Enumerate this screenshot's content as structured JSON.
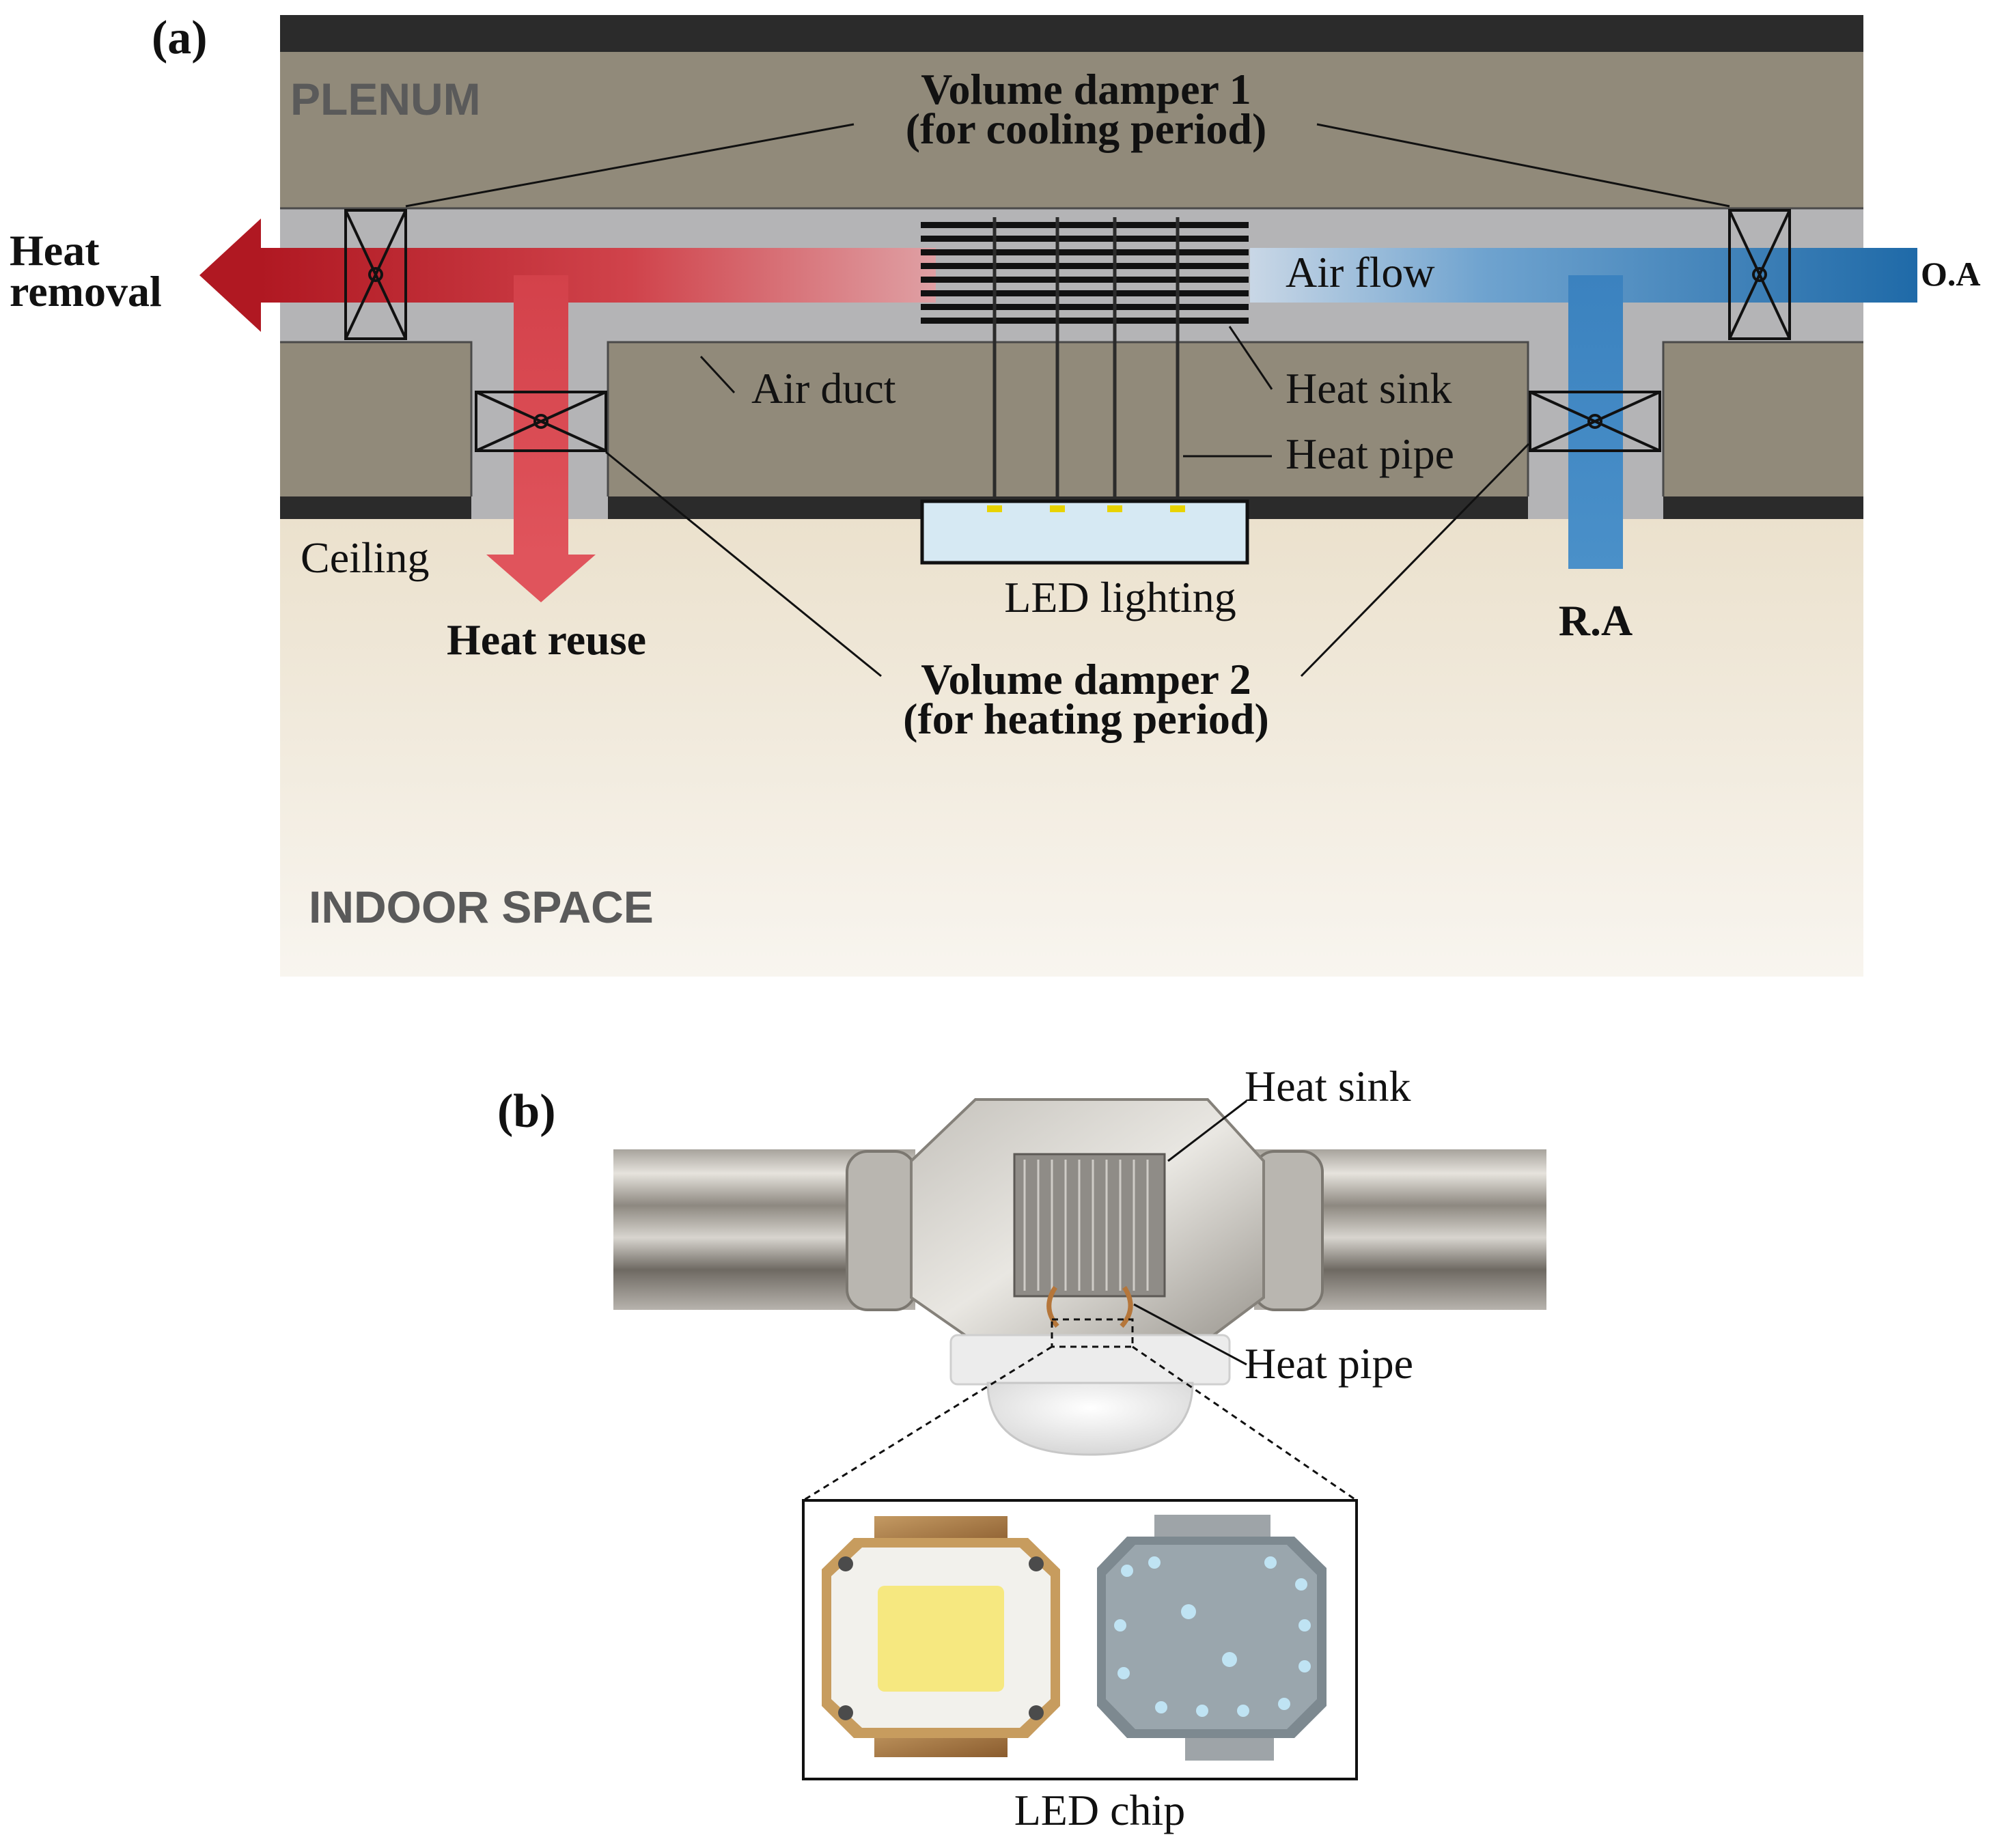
{
  "panel_a": {
    "panel_label": "(a)",
    "zones": {
      "plenum": "PLENUM",
      "indoor_space": "INDOOR SPACE"
    },
    "labels": {
      "volume_damper_1": {
        "line1": "Volume damper 1",
        "line2": "(for cooling period)"
      },
      "volume_damper_2": {
        "line1": "Volume damper 2",
        "line2": "(for heating period)"
      },
      "heat_removal": {
        "line1": "Heat",
        "line2": "removal"
      },
      "air_flow": "Air flow",
      "outdoor_air": "O.A",
      "air_duct": "Air duct",
      "heat_sink": "Heat sink",
      "heat_pipe": "Heat pipe",
      "ceiling": "Ceiling",
      "led_lighting": "LED lighting",
      "heat_reuse": "Heat reuse",
      "return_air": "R.A"
    },
    "colors": {
      "hot_air": "#b81e28",
      "cool_air": "#1f6aa8",
      "plenum": "#918a7a",
      "duct": "#b4b4b6",
      "slab": "#2b2b2b",
      "indoor_space": "#efe6d6"
    }
  },
  "panel_b": {
    "panel_label": "(b)",
    "labels": {
      "heat_sink": "Heat sink",
      "heat_pipe": "Heat pipe",
      "led_chip": "LED chip"
    }
  }
}
